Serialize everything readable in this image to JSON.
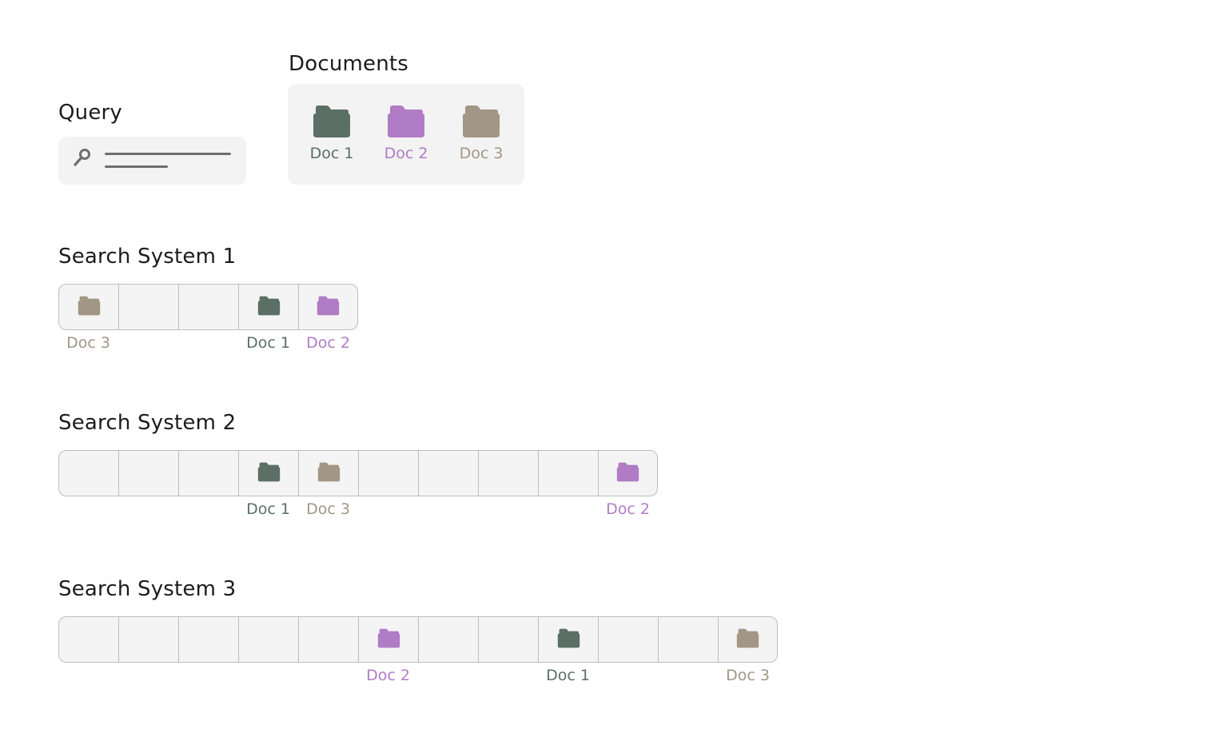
{
  "colors": {
    "doc1": "#5b6f66",
    "doc2": "#b07cc6",
    "doc3": "#a29684",
    "query_icon": "#6e6e6e"
  },
  "query": {
    "title": "Query",
    "icon": "search-icon"
  },
  "documents": {
    "title": "Documents",
    "items": [
      {
        "label": "Doc 1",
        "color_key": "doc1",
        "icon": "folder-icon"
      },
      {
        "label": "Doc 2",
        "color_key": "doc2",
        "icon": "folder-icon"
      },
      {
        "label": "Doc 3",
        "color_key": "doc3",
        "icon": "folder-icon"
      }
    ]
  },
  "systems": [
    {
      "title": "Search System 1",
      "slots": 5,
      "results": [
        {
          "slot": 0,
          "label": "Doc 3",
          "color_key": "doc3"
        },
        {
          "slot": 3,
          "label": "Doc 1",
          "color_key": "doc1"
        },
        {
          "slot": 4,
          "label": "Doc 2",
          "color_key": "doc2"
        }
      ]
    },
    {
      "title": "Search System 2",
      "slots": 10,
      "results": [
        {
          "slot": 3,
          "label": "Doc 1",
          "color_key": "doc1"
        },
        {
          "slot": 4,
          "label": "Doc 3",
          "color_key": "doc3"
        },
        {
          "slot": 9,
          "label": "Doc 2",
          "color_key": "doc2"
        }
      ]
    },
    {
      "title": "Search System 3",
      "slots": 12,
      "results": [
        {
          "slot": 5,
          "label": "Doc 2",
          "color_key": "doc2"
        },
        {
          "slot": 8,
          "label": "Doc 1",
          "color_key": "doc1"
        },
        {
          "slot": 11,
          "label": "Doc 3",
          "color_key": "doc3"
        }
      ]
    }
  ]
}
